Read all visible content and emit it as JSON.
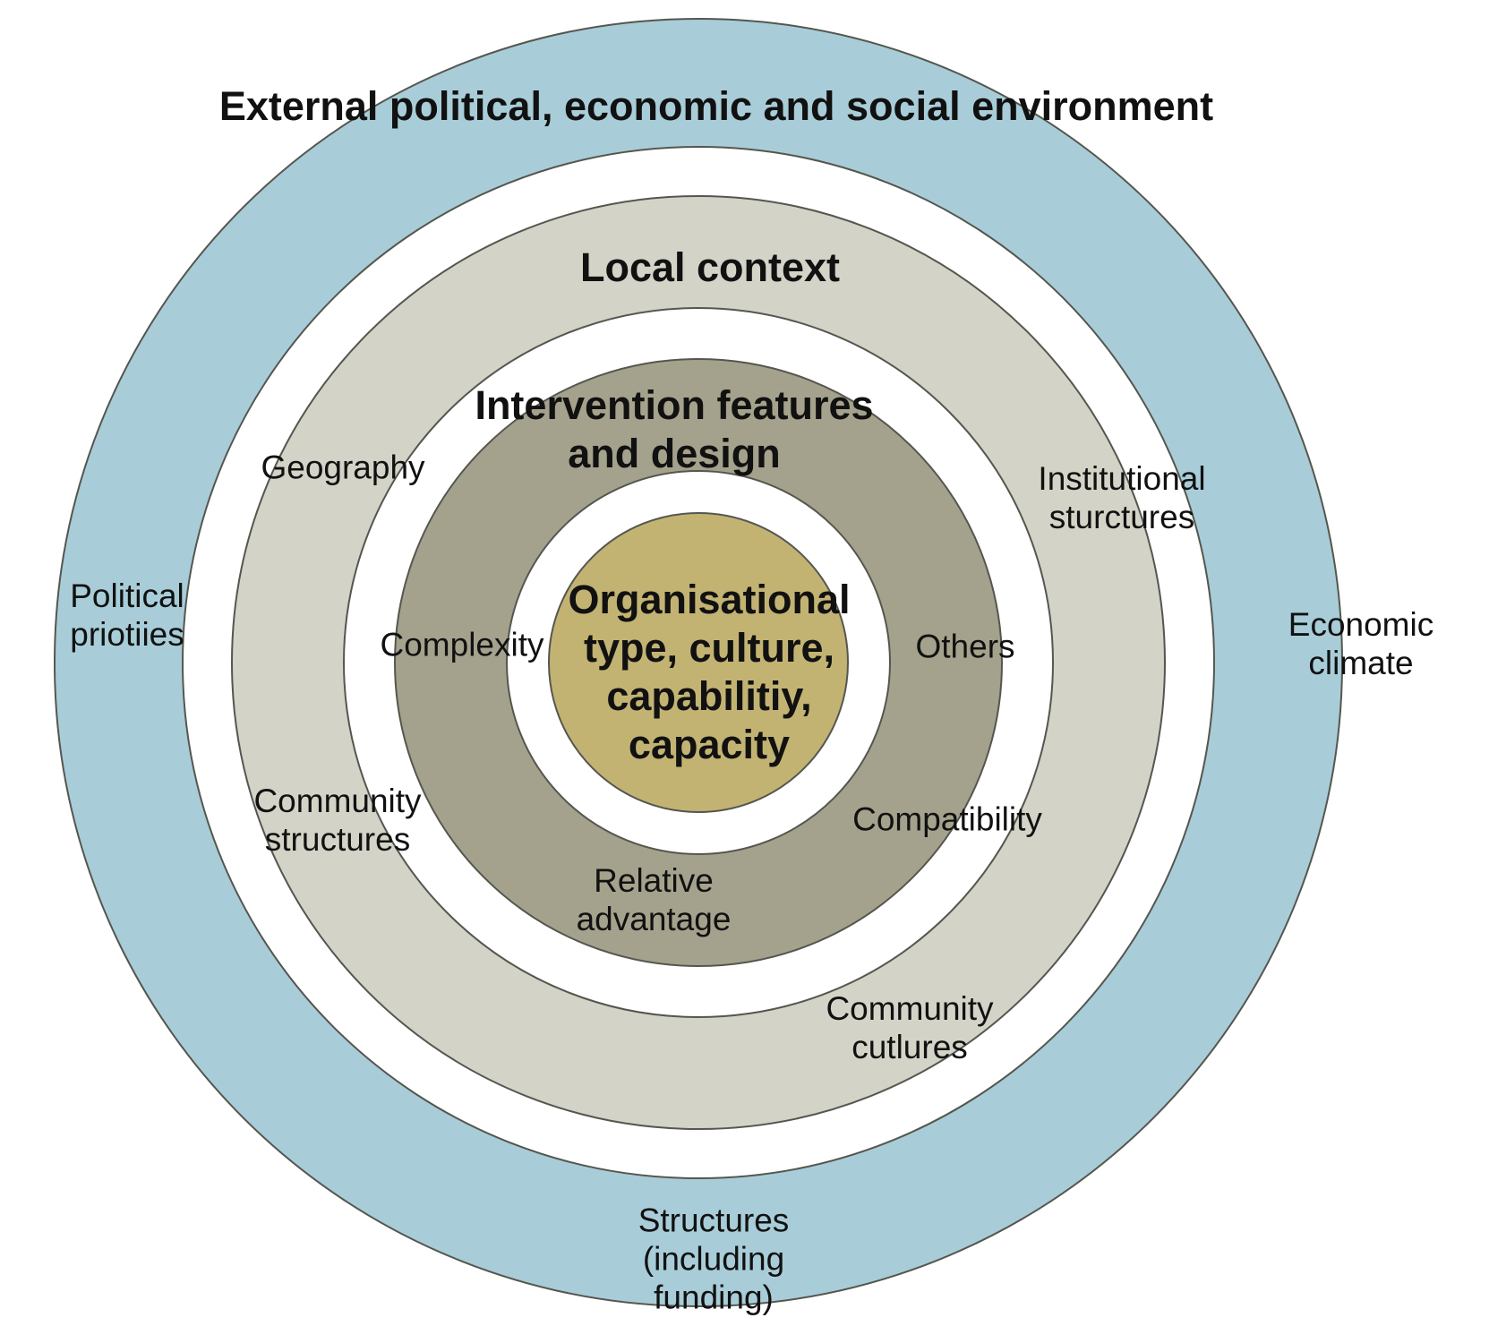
{
  "diagram": {
    "type": "concentric-rings",
    "rings": [
      {
        "id": "external-environment",
        "title": "External political, economic and social environment",
        "color": "#a8cdd8",
        "labels": [
          "Political priotiies",
          "Economic climate",
          "Structures (including funding)"
        ]
      },
      {
        "id": "local-context",
        "title": "Local context",
        "color": "#d3d3c7",
        "labels": [
          "Geography",
          "Institutional sturctures",
          "Community structures",
          "Community cutlures"
        ]
      },
      {
        "id": "intervention-features",
        "title": "Intervention features and design",
        "color": "#a4a28c",
        "labels": [
          "Complexity",
          "Others",
          "Compatibility",
          "Relative advantage"
        ]
      },
      {
        "id": "core",
        "title": "Organisational type, culture, capabilitiy, capacity",
        "color": "#c3b373",
        "labels": []
      }
    ]
  },
  "colors": {
    "external": "#a8cdd8",
    "local": "#d3d3c7",
    "intervention": "#a4a28c",
    "core": "#c3b373",
    "gap": "#ffffff",
    "outline": "#55564f",
    "text": "#111111"
  },
  "text": {
    "title_external": "External political, economic and social environment",
    "title_local": "Local context",
    "title_intervention_1": "Intervention features",
    "title_intervention_2": "and design",
    "core_1": "Organisational",
    "core_2": "type, culture,",
    "core_3": "capabilitiy,",
    "core_4": "capacity",
    "geography": "Geography",
    "institutional_1": "Institutional",
    "institutional_2": "sturctures",
    "political_1": "Political",
    "political_2": "priotiies",
    "economic_1": "Economic",
    "economic_2": "climate",
    "complexity": "Complexity",
    "others": "Others",
    "compatibility": "Compatibility",
    "relative_1": "Relative",
    "relative_2": "advantage",
    "community_structures_1": "Community",
    "community_structures_2": "structures",
    "community_cultures_1": "Community",
    "community_cultures_2": "cutlures",
    "structures_1": "Structures",
    "structures_2": "(including",
    "structures_3": "funding)"
  }
}
